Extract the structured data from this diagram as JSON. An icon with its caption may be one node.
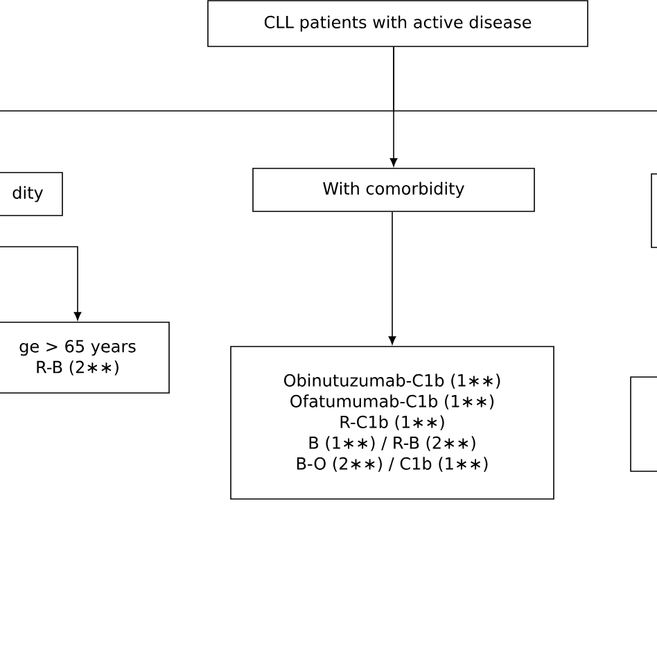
{
  "diagram": {
    "nodes": [
      {
        "text": [
          "CLL patients with active disease"
        ]
      },
      {
        "text": [
          "dity"
        ]
      },
      {
        "text": [
          "With comorbidity"
        ]
      },
      {
        "text": [
          "ge > 65 years",
          "R-B (2∗∗)"
        ]
      },
      {
        "text": [
          "Obinutuzumab-C1b (1∗∗)",
          "Ofatumumab-C1b (1∗∗)",
          "R-C1b (1∗∗)",
          "B (1∗∗) / R-B (2∗∗)",
          "B-O (2∗∗) / C1b (1∗∗)"
        ]
      },
      {
        "text": [],
        "shape": "box"
      },
      {
        "text": [],
        "shape": "box"
      }
    ],
    "edges": [
      {
        "from": 0,
        "to": 2,
        "arrow": "to"
      },
      {
        "from": 0,
        "to": null,
        "arrow": "none"
      },
      {
        "from": 0,
        "to": null,
        "arrow": "none"
      },
      {
        "from": null,
        "to": 3,
        "arrow": "to"
      },
      {
        "from": 2,
        "to": 4,
        "arrow": "to"
      }
    ]
  }
}
